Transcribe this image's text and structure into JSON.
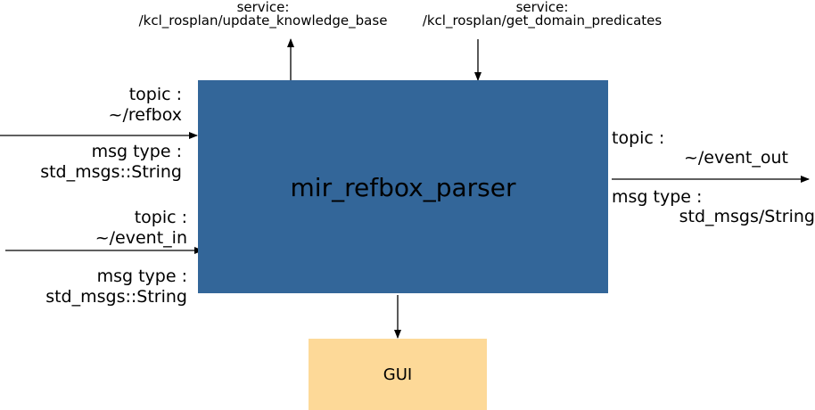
{
  "nodes": {
    "main": {
      "label": "mir_refbox_parser",
      "color": "#336699"
    },
    "gui": {
      "label": "GUI",
      "color": "#fdd998"
    }
  },
  "services": {
    "update": {
      "prefix": "service:",
      "name": "/kcl_rosplan/update_knowledge_base"
    },
    "predicates": {
      "prefix": "service:",
      "name": "/kcl_rosplan/get_domain_predicates"
    }
  },
  "inputs": {
    "refbox": {
      "topic_label": "topic :",
      "topic": "~/refbox",
      "msg_label": "msg type :",
      "msg_type": "std_msgs::String"
    },
    "event_in": {
      "topic_label": "topic :",
      "topic": "~/event_in",
      "msg_label": "msg type :",
      "msg_type": "std_msgs::String"
    }
  },
  "outputs": {
    "event_out": {
      "topic_label": "topic :",
      "topic": "~/event_out",
      "msg_label": "msg type :",
      "msg_type": "std_msgs/String"
    }
  }
}
